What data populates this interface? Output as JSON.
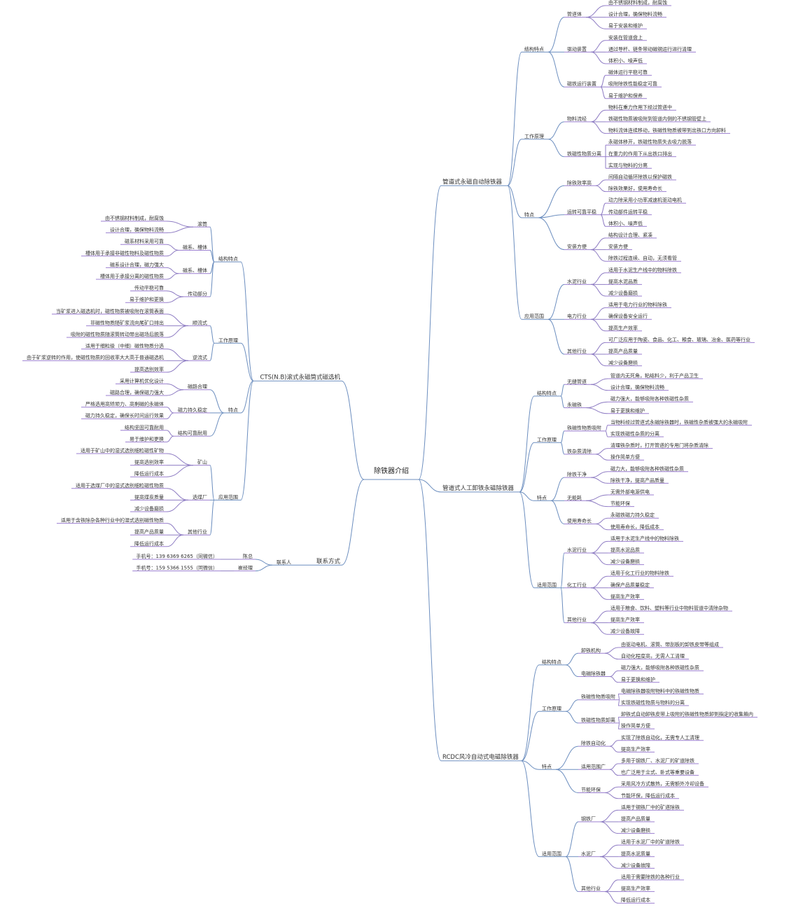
{
  "colors": {
    "line_branch": "#6c8ebf",
    "line_leaf": "#8e7cc3",
    "underline": "#9b7fd1",
    "text": "#333333"
  },
  "root": "除铁器介绍",
  "branches": {
    "b1": {
      "label": "管道式永磁自动除铁器",
      "g1": {
        "label": "结构特点",
        "g1": {
          "label": "管道体",
          "leaves": [
            "由不锈钢材料制成，耐腐蚀",
            "设计合理，确保物料流畅",
            "易于安装和维护"
          ]
        },
        "g2": {
          "label": "驱动装置",
          "leaves": [
            "安装在管道盘上",
            "通过导杆、链条带动磁钢运行进行清理",
            "体积小、噪声低"
          ]
        },
        "g3": {
          "label": "磁铁运行装置",
          "leaves": [
            "磁体运行平稳可靠",
            "吸附除铁性能稳定可靠",
            "易于维护和保养"
          ]
        }
      },
      "g2": {
        "label": "工作原理",
        "g1": {
          "label": "物料流经",
          "leaves": [
            "物料在重力作用下经过管道中",
            "铁磁性物质被吸附到管道内侧的不锈钢管壁上",
            "物料流体连续移动，铁磁性物质被带到出铁口方向卸料"
          ]
        },
        "g2": {
          "label": "铁磁性物质分离",
          "leaves": [
            "永磁体移开，铁磁性物质失去吸力脱落",
            "在重力的作用下从出铁口排出",
            "实现与物料的分离"
          ]
        }
      },
      "g3": {
        "label": "特点",
        "g1": {
          "label": "除铁效率高",
          "leaves": [
            "间隔自动循环除铁以保护磁铁",
            "除铁效果好，使用寿命长"
          ]
        },
        "g2": {
          "label": "运转可靠平稳",
          "leaves": [
            "动力除采用小功率减速机驱动电机",
            "传动部件运转平稳",
            "体积小、噪声低"
          ]
        },
        "g3": {
          "label": "安装方便",
          "leaves": [
            "结构设计合理、紧凑",
            "安装方便",
            "除铁过程连续、自动，无须看管"
          ]
        }
      },
      "g4": {
        "label": "应用范围",
        "g1": {
          "label": "水泥行业",
          "leaves": [
            "适用于水泥生产线中的物料除铁",
            "提高水泥品质",
            "减少设备磨损"
          ]
        },
        "g2": {
          "label": "电力行业",
          "leaves": [
            "适用于电力行业的物料除铁",
            "确保设备安全运行",
            "提高生产效率"
          ]
        },
        "g3": {
          "label": "其他行业",
          "leaves": [
            "可广泛应用于陶瓷、食品、化工、粮食、玻璃、冶金、医药等行业",
            "提高产品质量",
            "减少设备磨损"
          ]
        }
      }
    },
    "b2": {
      "label": "管道式人工卸铁永磁除铁器",
      "g1": {
        "label": "结构特点",
        "g1": {
          "label": "无缝管道",
          "leaves": [
            "管道内无死角，粘结料少，利于产品卫生",
            "设计合理，确保物料流畅"
          ]
        },
        "g2": {
          "label": "永磁铁",
          "leaves": [
            "磁力强大，能够吸附各种铁磁性杂质",
            "易于更换和维护"
          ]
        }
      },
      "g2": {
        "label": "工作原理",
        "g1": {
          "label": "铁磁性物质吸附",
          "leaves": [
            "当物料经过管道式永磁除铁器时，铁磁性杂质被强大的永磁吸附",
            "实现铁磁性杂质的分离"
          ]
        },
        "g2": {
          "label": "铁杂质清除",
          "leaves": [
            "清理铁杂质时，打开管道的专用门将杂质清除",
            "操作简单方便"
          ]
        }
      },
      "g3": {
        "label": "特点",
        "g1": {
          "label": "除铁干净",
          "leaves": [
            "磁力大，能够吸附各种铁磁性杂质",
            "除铁干净，提高产品质量"
          ]
        },
        "g2": {
          "label": "无能耗",
          "leaves": [
            "无需外部电源供电",
            "节能环保"
          ]
        },
        "g3": {
          "label": "使用寿命长",
          "leaves": [
            "永磁铁磁力持久稳定",
            "使用寿命长，降低成本"
          ]
        }
      },
      "g4": {
        "label": "适用范围",
        "g1": {
          "label": "水泥行业",
          "leaves": [
            "适用于水泥生产线中的物料除铁",
            "提高水泥品质",
            "减少设备磨损"
          ]
        },
        "g2": {
          "label": "化工行业",
          "leaves": [
            "适用于化工行业的物料除铁",
            "确保产品质量稳定",
            "提高生产效率"
          ]
        },
        "g3": {
          "label": "其他行业",
          "leaves": [
            "适用于粮食、饮料、塑料等行业中物料管道中清除杂物",
            "提高生产效率",
            "减少设备故障"
          ]
        }
      }
    },
    "b3": {
      "label": "RCDC风冷自动式电磁除铁器",
      "g1": {
        "label": "结构特点",
        "g1": {
          "label": "卸铁机构",
          "leaves": [
            "由驱动电机、滚筒、带刮板的卸铁皮带等组成",
            "自动化程度高，无需人工清理"
          ]
        },
        "g2": {
          "label": "电磁除铁器",
          "leaves": [
            "磁力强大，能够吸附各种铁磁性杂质",
            "易于更换和维护"
          ]
        }
      },
      "g2": {
        "label": "工作原理",
        "g1": {
          "label": "铁磁性物质吸附",
          "leaves": [
            "电磁除铁器吸附物料中的铁磁性物质",
            "实现铁磁性物质与物料的分离"
          ]
        },
        "g2": {
          "label": "铁磁性物质卸离",
          "leaves": [
            "卸铁式自动卸铁皮带上吸附的铁磁性物质卸到指定的收集箱内",
            "操作简单方便"
          ]
        }
      },
      "g3": {
        "label": "特点",
        "g1": {
          "label": "除铁自动化",
          "leaves": [
            "实现了除铁自动化，无需专人工清理",
            "提高生产效率"
          ]
        },
        "g2": {
          "label": "适用范围广",
          "leaves": [
            "多用于钢铁厂、水泥厂的矿道除铁",
            "也广泛用于立式、卧式等重要设备"
          ]
        },
        "g3": {
          "label": "节能环保",
          "leaves": [
            "采用风冷方式散热，无需额外冷却设备",
            "节能环保，降低运行成本"
          ]
        }
      },
      "g4": {
        "label": "适用范围",
        "g1": {
          "label": "钢铁厂",
          "leaves": [
            "适用于钢铁厂中的矿道除铁",
            "提高产品质量",
            "减少设备磨损"
          ]
        },
        "g2": {
          "label": "水泥厂",
          "leaves": [
            "适用于水泥厂中的矿道除铁",
            "提高水泥质量",
            "减少设备故障"
          ]
        },
        "g3": {
          "label": "其他行业",
          "leaves": [
            "适用于需要除铁的各种行业",
            "提高生产效率",
            "降低运行成本"
          ]
        }
      }
    },
    "b4": {
      "label": "CTS(N.B)滚式永磁筒式磁选机",
      "g1": {
        "label": "结构特点",
        "g1": {
          "label": "滚筒",
          "leaves": [
            "由不锈钢材料制成，耐腐蚀",
            "设计合理，确保物料流畅"
          ]
        },
        "g2": {
          "label": "磁系、槽体",
          "leaves": [
            "磁系材料采用可靠",
            "槽体用于承接非磁性物料及磁性物质"
          ]
        },
        "g3": {
          "label": "磁系、槽体",
          "leaves": [
            "磁系设计合理，磁力强大",
            "槽体用于承接分离的磁性物质"
          ]
        },
        "g4": {
          "label": "传动部分",
          "leaves": [
            "传动平稳可靠",
            "易于维护和更换"
          ]
        }
      },
      "g2": {
        "label": "工作原理",
        "g1": {
          "label": "顺流式",
          "leaves": [
            "当矿浆进入磁选机时，磁性物质被吸附在滚筒表面",
            "非磁性物质随矿浆流向尾矿口排出",
            "吸附的磁性物质随滚筒转动带出磁场后脱落"
          ]
        },
        "g2": {
          "label": "逆流式",
          "leaves": [
            "适用于细粒级（中细）磁性物质分选",
            "由于矿浆逆转的作用，使磁性物质的回收率大大高于普通磁选机",
            "提高选别效率"
          ]
        }
      },
      "g3": {
        "label": "特点",
        "g1": {
          "label": "磁路合理",
          "leaves": [
            "采用计算机优化设计",
            "磁路合理，确保磁力强大"
          ]
        },
        "g2": {
          "label": "磁力持久稳定",
          "leaves": [
            "严格选用高矫顽力、高剩磁的永磁体",
            "磁力持久稳定，确保长时间运行效果"
          ]
        },
        "g3": {
          "label": "结构可靠耐用",
          "leaves": [
            "结构坚固可靠耐用",
            "易于维护和更换"
          ]
        }
      },
      "g4": {
        "label": "应用范围",
        "g1": {
          "label": "矿山",
          "leaves": [
            "适用于矿山中的湿式选别细粒磁性矿物",
            "提高选别效率",
            "降低运行成本"
          ]
        },
        "g2": {
          "label": "选煤厂",
          "leaves": [
            "适用于选煤厂中的湿式选别细粒磁性物质",
            "提高煤炭质量",
            "减少设备磨损"
          ]
        },
        "g3": {
          "label": "其他行业",
          "leaves": [
            "适用于含铁除杂各种行业中的湿式选别磁性物质",
            "提高产品质量",
            "降低运行成本"
          ]
        }
      }
    },
    "b5": {
      "label": "联系方式",
      "g1": {
        "label": "联系人",
        "g1": {
          "label": "陈总",
          "leaves": [
            "手机号：139 6369 6265（同微信）"
          ]
        },
        "g2": {
          "label": "崔经理",
          "leaves": [
            "手机号：159 5366 1555（同微信）"
          ]
        }
      }
    }
  }
}
